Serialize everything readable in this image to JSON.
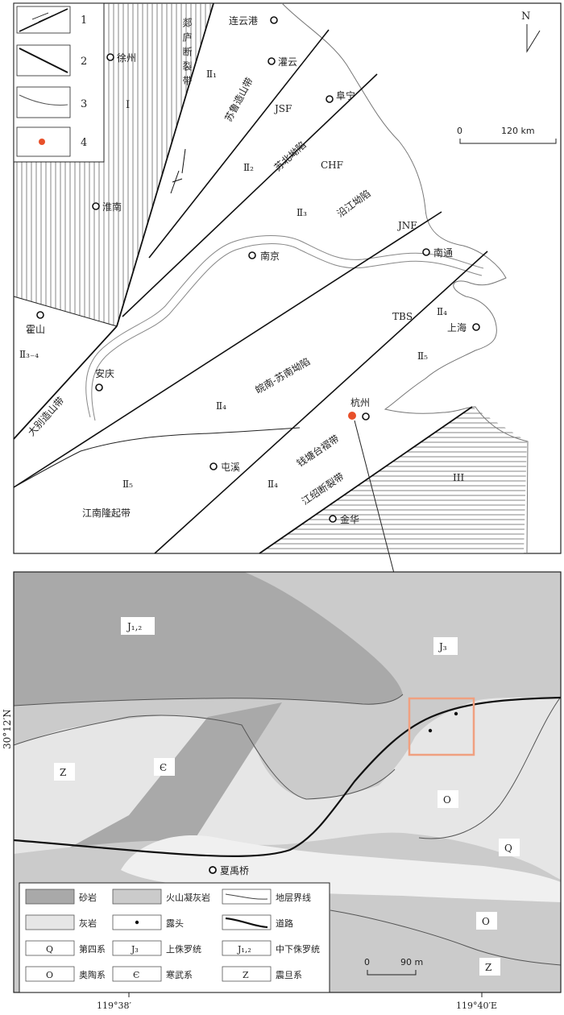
{
  "top_map": {
    "legend": {
      "items": [
        {
          "num": "1"
        },
        {
          "num": "2"
        },
        {
          "num": "3"
        },
        {
          "num": "4"
        }
      ]
    },
    "north": "N",
    "scale": {
      "zero": "0",
      "distance": "120 km"
    },
    "units": {
      "I": "I",
      "II1": "Ⅱ₁",
      "II2": "Ⅱ₂",
      "II3": "Ⅱ₃",
      "II4_NE": "Ⅱ₄",
      "II4_W": "Ⅱ₄",
      "II4_S": "Ⅱ₄",
      "II5_NE": "Ⅱ₅",
      "II5_SW": "Ⅱ₅",
      "II34": "Ⅱ₃₋₄",
      "III": "III"
    },
    "cities": {
      "lianyungang": "连云港",
      "xuzhou": "徐州",
      "guanyun": "灌云",
      "funing": "阜宁",
      "huainan": "淮南",
      "nanjing": "南京",
      "nantong": "南通",
      "huoshan": "霍山",
      "shanghai": "上海",
      "anqing": "安庆",
      "hangzhou": "杭州",
      "tunxi": "屯溪",
      "jinhua": "金华"
    },
    "fault_codes": {
      "jsf": "JSF",
      "chf": "CHF",
      "jnf": "JNF",
      "tbs": "TBS"
    },
    "zones": {
      "tanlu": "郯庐断裂带",
      "sulu": "苏鲁造山带",
      "subei": "苏北坳陷",
      "yanjiang": "沿江坳陷",
      "wannan_sunan": "皖南-苏南坳陷",
      "dabie": "大别造山带",
      "jiangnan": "江南隆起带",
      "qiantang": "钱塘台褶带",
      "jiangshao": "江绍断裂带"
    }
  },
  "bottom_map": {
    "units": {
      "j12": "J₁,₂",
      "j3": "J₃",
      "z_left": "Z",
      "cambrian": "Є",
      "o": "O",
      "q": "Q",
      "o_right": "O",
      "z_right": "Z"
    },
    "place": "夏禹桥",
    "lat": "30°12′N",
    "lon_left": "119°38′",
    "lon_right": "119°40′E",
    "scale": {
      "zero": "0",
      "distance": "90 m"
    },
    "legend": {
      "sandstone": "砂岩",
      "tuff": "火山凝灰岩",
      "boundary": "地层界线",
      "limestone": "灰岩",
      "outcrop": "露头",
      "road": "道路",
      "q_sym": "Q",
      "q_txt": "第四系",
      "j3_sym": "J₃",
      "j3_txt": "上侏罗统",
      "j12_sym": "J₁,₂",
      "j12_txt": "中下侏罗统",
      "o_sym": "O",
      "o_txt": "奥陶系",
      "c_sym": "Є",
      "c_txt": "寒武系",
      "z_sym": "Z",
      "z_txt": "震旦系"
    }
  },
  "colors": {
    "sandstone": "#a9a9a9",
    "tuff": "#cbcbcb",
    "limestone": "#e6e6e6",
    "highlight": "#f0a080",
    "star": "#e8502a"
  }
}
